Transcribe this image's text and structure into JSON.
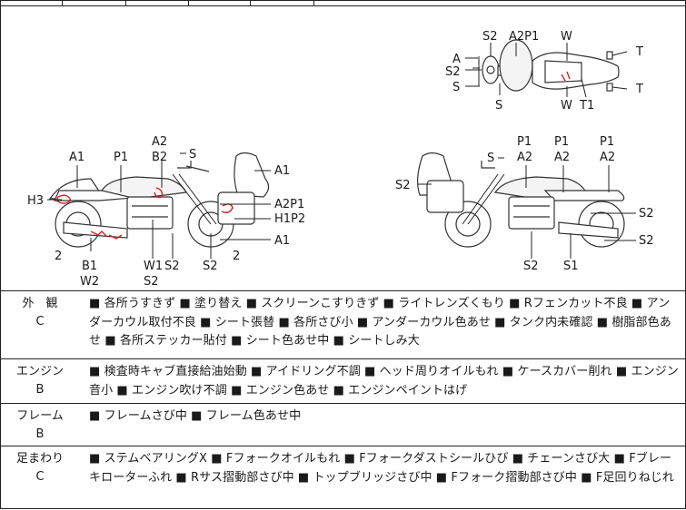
{
  "diagram": {
    "top_view": {
      "labels": [
        "S2",
        "A2P1",
        "W",
        "A",
        "S2",
        "S",
        "S",
        "W",
        "T1",
        "T",
        "T"
      ]
    },
    "left_view": {
      "labels": [
        "A2",
        "B2",
        "S",
        "A1",
        "P1",
        "A1",
        "H3",
        "A2P1",
        "H1P2",
        "A1",
        "2",
        "2",
        "B1",
        "W2",
        "W1",
        "S2",
        "S2",
        "S2"
      ]
    },
    "right_view": {
      "labels": [
        "S",
        "P1",
        "A2",
        "P1",
        "A2",
        "P1",
        "A2",
        "S2",
        "S2",
        "S2",
        "S2",
        "S1"
      ]
    }
  },
  "sections": [
    {
      "category": "外　観",
      "grade": "C",
      "text": "■ 各所うすきず ■ 塗り替え ■ スクリーンこすりきず ■ ライトレンズくもり ■ Rフェンカット不良 ■ アンダーカウル取付不良 ■ シート張替 ■ 各所さび小 ■ アンダーカウル色あせ ■ タンク内未確認 ■ 樹脂部色あせ ■ 各所ステッカー貼付 ■ シート色あせ中 ■ シートしみ大"
    },
    {
      "category": "エンジン",
      "grade": "B",
      "text": "■ 検査時キャブ直接給油始動 ■ アイドリング不調 ■ ヘッド周りオイルもれ ■ ケースカバー削れ ■ エンジン音小 ■ エンジン吹け不調 ■ エンジン色あせ ■ エンジンペイントはげ"
    },
    {
      "category": "フレーム",
      "grade": "B",
      "text": "■ フレームさび中 ■ フレーム色あせ中"
    },
    {
      "category": "足まわり",
      "grade": "C",
      "text": "■ ステムベアリングX ■ Fフォークオイルもれ ■ Fフォークダストシールひび ■ チェーンさび大 ■ Fブレーキローターふれ ■ Rサス摺動部さび中 ■ トップブリッジさび中 ■ Fフォーク摺動部さび中 ■ F足回りねじれ"
    }
  ]
}
